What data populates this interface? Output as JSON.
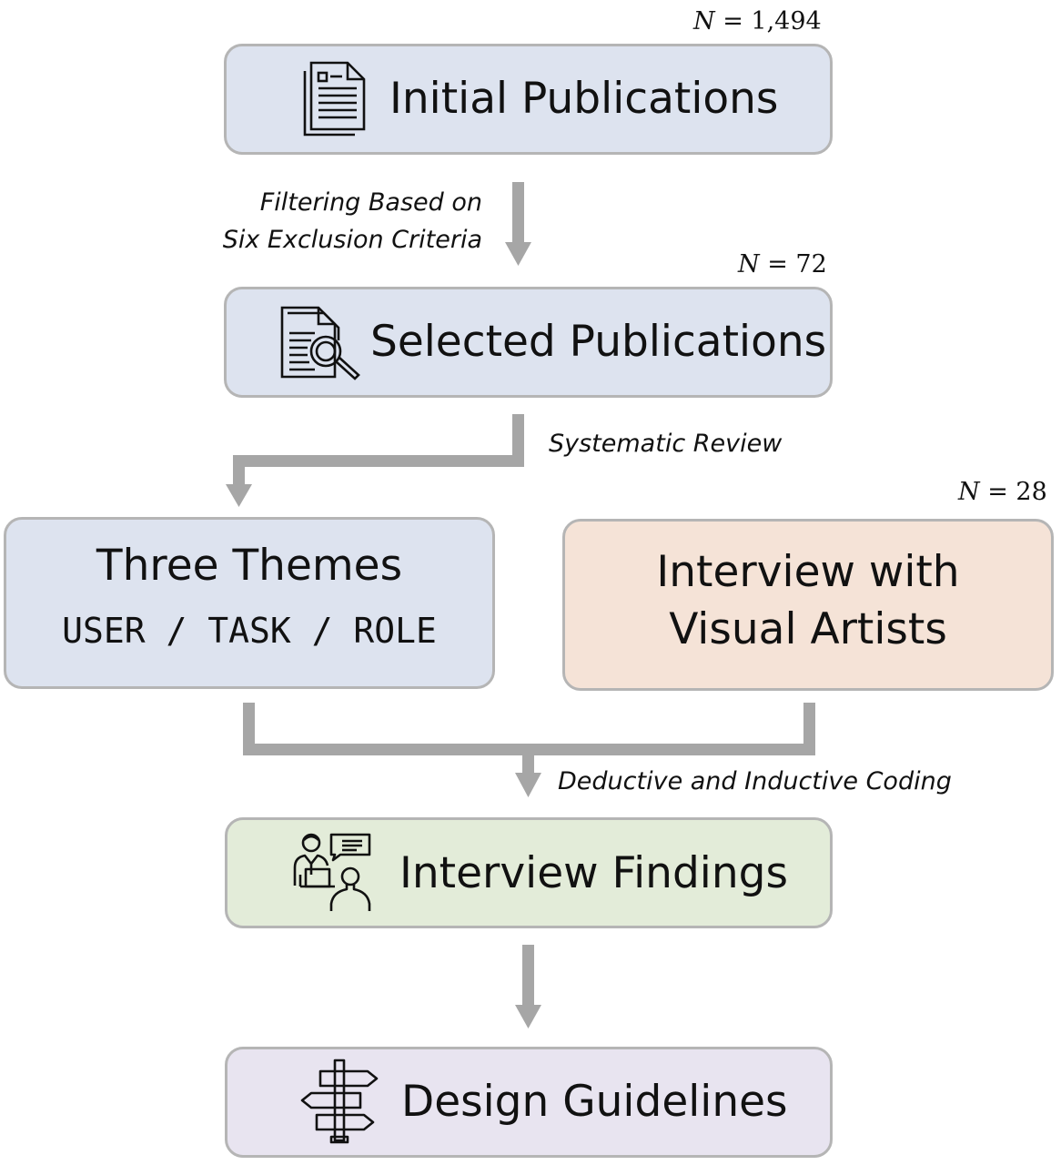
{
  "stages": {
    "initial": {
      "title": "Initial Publications",
      "count": "1,494"
    },
    "selected": {
      "title": "Selected Publications",
      "count": "72"
    },
    "themes": {
      "title": "Three Themes",
      "subtitle": "USER / TASK / ROLE"
    },
    "interview": {
      "title_line1": "Interview with",
      "title_line2": "Visual Artists",
      "count": "28"
    },
    "findings": {
      "title": "Interview Findings"
    },
    "guidelines": {
      "title": "Design Guidelines"
    }
  },
  "count_prefix": "N = ",
  "transitions": {
    "filter_line1": "Filtering Based on",
    "filter_line2": "Six Exclusion Criteria",
    "review": "Systematic Review",
    "coding": "Deductive and Inductive Coding"
  },
  "colors": {
    "blue": "#dde3ef",
    "peach": "#f5e3d7",
    "green": "#e3ecd9",
    "purple": "#e8e4f0",
    "border": "#b5b5b5",
    "arrow": "#a6a6a6"
  },
  "icons": {
    "initial": "document-icon",
    "selected": "document-search-icon",
    "findings": "interview-people-icon",
    "guidelines": "signpost-icon"
  }
}
